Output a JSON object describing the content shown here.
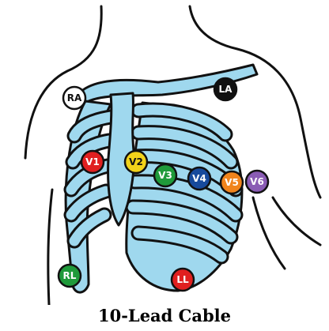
{
  "caption": "10-Lead Cable",
  "colors": {
    "bone_fill": "#9fd8ee",
    "outline": "#111111"
  },
  "electrodes": [
    {
      "id": "RA",
      "label": "RA",
      "color": "#ffffff",
      "text_color": "#111111"
    },
    {
      "id": "LA",
      "label": "LA",
      "color": "#111111",
      "text_color": "#ffffff"
    },
    {
      "id": "V1",
      "label": "V1",
      "color": "#e02020",
      "text_color": "#ffffff"
    },
    {
      "id": "V2",
      "label": "V2",
      "color": "#f2d21a",
      "text_color": "#111111"
    },
    {
      "id": "V3",
      "label": "V3",
      "color": "#1f9a3a",
      "text_color": "#ffffff"
    },
    {
      "id": "V4",
      "label": "V4",
      "color": "#174a9c",
      "text_color": "#ffffff"
    },
    {
      "id": "V5",
      "label": "V5",
      "color": "#f0841c",
      "text_color": "#ffffff"
    },
    {
      "id": "V6",
      "label": "V6",
      "color": "#8a5cb4",
      "text_color": "#ffffff"
    },
    {
      "id": "RL",
      "label": "RL",
      "color": "#1f9a3a",
      "text_color": "#ffffff"
    },
    {
      "id": "LL",
      "label": "LL",
      "color": "#e02020",
      "text_color": "#ffffff"
    }
  ]
}
